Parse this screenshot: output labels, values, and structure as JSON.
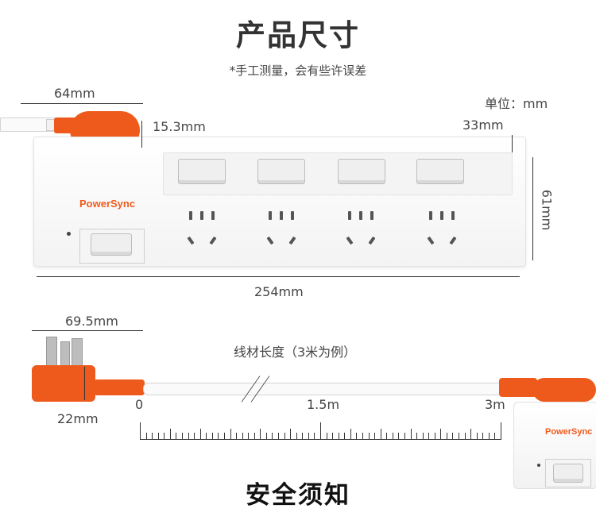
{
  "header": {
    "title": "产品尺寸",
    "note": "*手工测量，会有些许误差",
    "unit": "单位：mm"
  },
  "dimensions": {
    "plug_cap_width": "64mm",
    "plug_cap_height": "15.3mm",
    "panel_offset": "33mm",
    "strip_height": "61mm",
    "strip_length": "254mm",
    "plug_width": "69.5mm",
    "plug_depth": "22mm"
  },
  "brand": {
    "name": "PowerSync",
    "color": "#ef5b1d"
  },
  "sockets": {
    "count": 4
  },
  "cord": {
    "label": "线材长度（3米为例）",
    "scale_labels": [
      "0",
      "1.5m",
      "3m"
    ]
  },
  "footer": {
    "heading": "安全须知"
  },
  "colors": {
    "accent": "#ee5a1c",
    "body": "#ffffff",
    "text": "#333333"
  }
}
